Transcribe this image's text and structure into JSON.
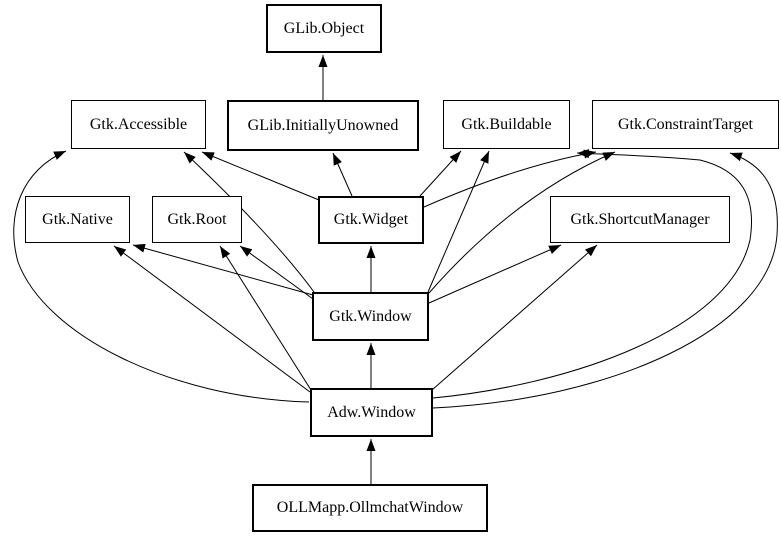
{
  "diagram": {
    "kind": "class-inheritance-graph",
    "background_color": "#ffffff",
    "line_color": "#000000",
    "text_color": "#000000",
    "nodes": [
      {
        "id": "glib-object",
        "label": "GLib.Object",
        "emphasis": true
      },
      {
        "id": "gtk-accessible",
        "label": "Gtk.Accessible",
        "emphasis": false
      },
      {
        "id": "glib-initiallyunowned",
        "label": "GLib.InitiallyUnowned",
        "emphasis": true
      },
      {
        "id": "gtk-buildable",
        "label": "Gtk.Buildable",
        "emphasis": false
      },
      {
        "id": "gtk-constrainttarget",
        "label": "Gtk.ConstraintTarget",
        "emphasis": false
      },
      {
        "id": "gtk-native",
        "label": "Gtk.Native",
        "emphasis": false
      },
      {
        "id": "gtk-root",
        "label": "Gtk.Root",
        "emphasis": false
      },
      {
        "id": "gtk-widget",
        "label": "Gtk.Widget",
        "emphasis": true
      },
      {
        "id": "gtk-shortcutmanager",
        "label": "Gtk.ShortcutManager",
        "emphasis": false
      },
      {
        "id": "gtk-window",
        "label": "Gtk.Window",
        "emphasis": true
      },
      {
        "id": "adw-window",
        "label": "Adw.Window",
        "emphasis": true
      },
      {
        "id": "ollmapp-ollmchatwindow",
        "label": "OLLMapp.OllmchatWindow",
        "emphasis": true
      }
    ],
    "edges": [
      {
        "from": "GLib.InitiallyUnowned",
        "to": "GLib.Object"
      },
      {
        "from": "Gtk.Widget",
        "to": "GLib.InitiallyUnowned"
      },
      {
        "from": "Gtk.Widget",
        "to": "Gtk.Accessible"
      },
      {
        "from": "Gtk.Widget",
        "to": "Gtk.Buildable"
      },
      {
        "from": "Gtk.Widget",
        "to": "Gtk.ConstraintTarget"
      },
      {
        "from": "Gtk.Window",
        "to": "Gtk.Widget"
      },
      {
        "from": "Gtk.Window",
        "to": "Gtk.Native"
      },
      {
        "from": "Gtk.Window",
        "to": "Gtk.Root"
      },
      {
        "from": "Gtk.Window",
        "to": "Gtk.Accessible"
      },
      {
        "from": "Gtk.Window",
        "to": "Gtk.Buildable"
      },
      {
        "from": "Gtk.Window",
        "to": "Gtk.ConstraintTarget"
      },
      {
        "from": "Gtk.Window",
        "to": "Gtk.ShortcutManager"
      },
      {
        "from": "Adw.Window",
        "to": "Gtk.Window"
      },
      {
        "from": "Adw.Window",
        "to": "Gtk.Native"
      },
      {
        "from": "Adw.Window",
        "to": "Gtk.Root"
      },
      {
        "from": "Adw.Window",
        "to": "Gtk.ShortcutManager"
      },
      {
        "from": "Adw.Window",
        "to": "Gtk.Accessible"
      },
      {
        "from": "Adw.Window",
        "to": "Gtk.ConstraintTarget"
      },
      {
        "from": "Adw.Window",
        "to": "Gtk.Buildable"
      },
      {
        "from": "OLLMapp.OllmchatWindow",
        "to": "Adw.Window"
      }
    ]
  }
}
